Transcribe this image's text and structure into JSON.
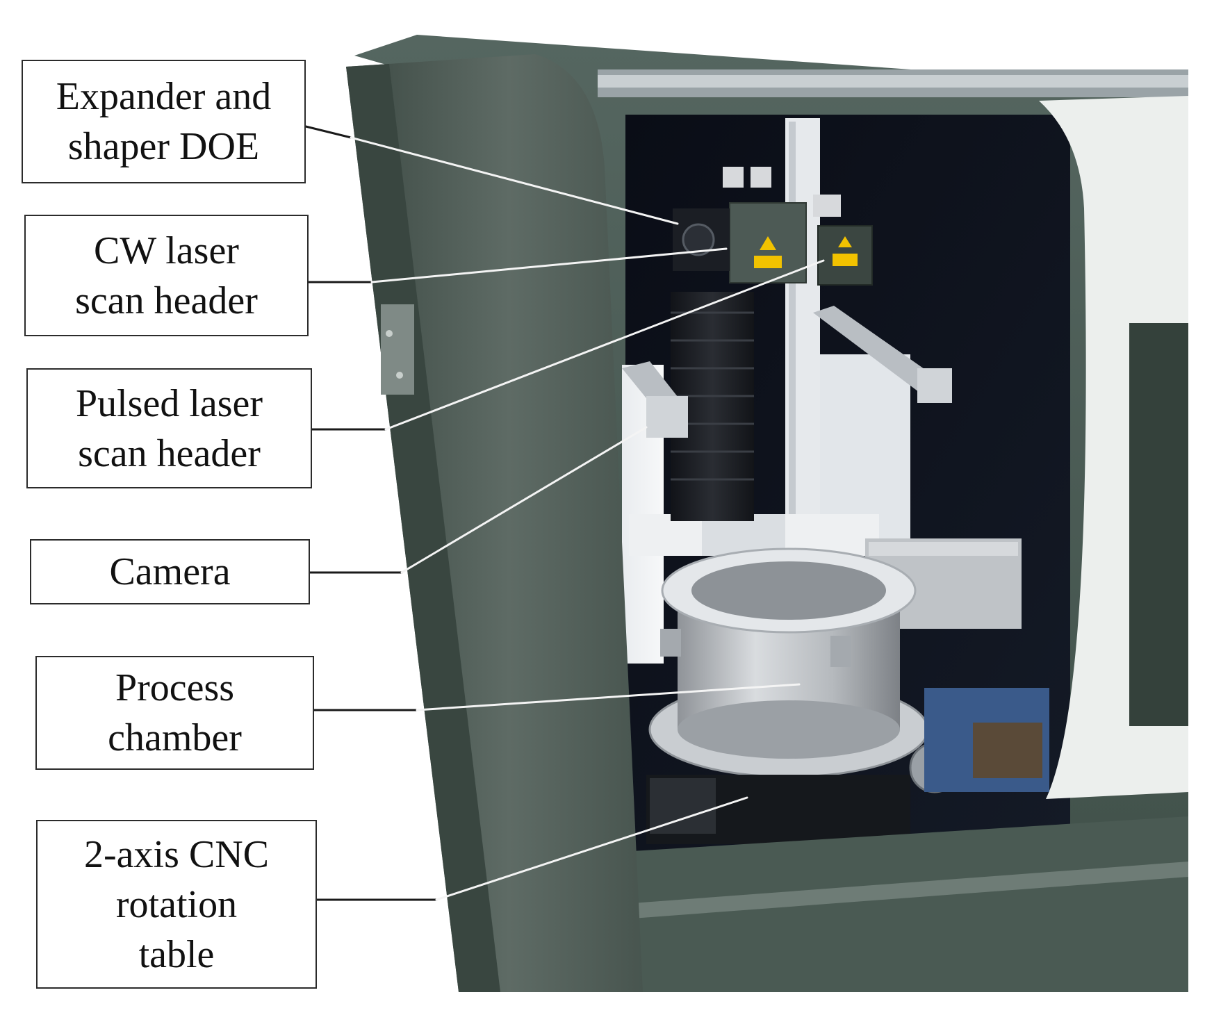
{
  "figure": {
    "labels": [
      {
        "id": "expander-shaper-doe",
        "text": "Expander and\nshaper DOE"
      },
      {
        "id": "cw-laser-scan-header",
        "text": "CW laser\nscan header"
      },
      {
        "id": "pulsed-laser-scan-header",
        "text": "Pulsed laser\nscan header"
      },
      {
        "id": "camera",
        "text": "Camera"
      },
      {
        "id": "process-chamber",
        "text": "Process\nchamber"
      },
      {
        "id": "cnc-rotation-table",
        "text": "2-axis CNC\nrotation\ntable"
      }
    ],
    "colors": {
      "cabinet_green": "#4a5a53",
      "interior_dark": "#0d1018",
      "aluminium": "#d4d8dc",
      "leader_dark": "#1a1a1a",
      "leader_light": "#f4f4f4",
      "warning_yellow": "#f2c200"
    }
  }
}
